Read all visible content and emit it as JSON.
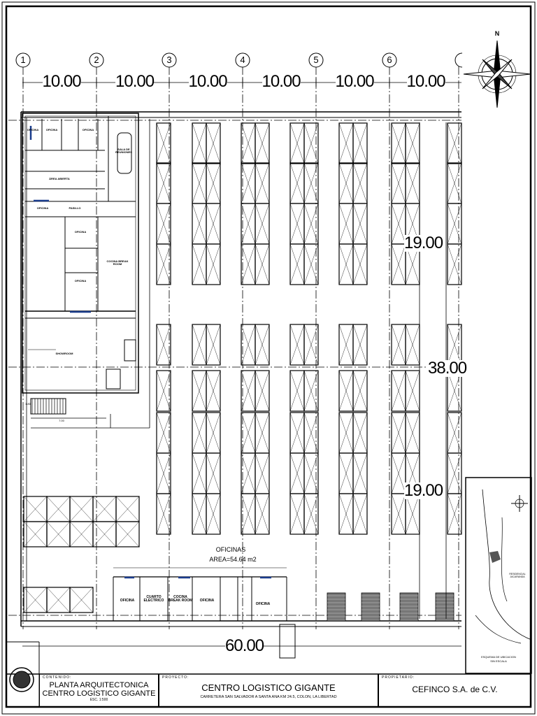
{
  "axes": [
    "1",
    "2",
    "3",
    "4",
    "5",
    "6"
  ],
  "dimensions": {
    "bay_width": "10.00",
    "north_bay": "19.00",
    "south_bay": "19.00",
    "total_depth": "38.00",
    "total_width": "60.00",
    "stair_width": "1.80",
    "stair_length": "7.00"
  },
  "north_arrow": "N",
  "office_block_labels": {
    "office_a": "OFICINA",
    "office_b": "OFICINA",
    "office_c": "OFICINA",
    "meeting_room": "SALA DE REUNIONES",
    "open_area": "ÁREA ABIERTA",
    "office_d": "OFICINA",
    "hallway": "PASILLO",
    "office_e": "OFICINA",
    "office_f": "OFICINA",
    "kitchen": "COCINA BREAK ROOM",
    "showroom": "SHOWROOM"
  },
  "offices_note": {
    "title": "OFICINAS",
    "area": "AREA=54.64 m2"
  },
  "south_rooms": [
    "OFICINA",
    "CUARTO ELECTRICO",
    "COCINA BREAK ROOM",
    "OFICINA",
    "OFICINA"
  ],
  "location_map": {
    "caption_1": "ESQUEMA DE UBICACION",
    "caption_2": "SIN ESCALA",
    "label_residencial": "RESIDENCIAL JACARANDA"
  },
  "title_block": {
    "content_caption": "CONTENIDO:",
    "content_line1": "PLANTA ARQUITECTONICA",
    "content_line2": "CENTRO LOGISTICO GIGANTE",
    "scale": "ESC. 1:500",
    "project_caption": "PROYECTO:",
    "project_name": "CENTRO LOGISTICO GIGANTE",
    "project_address": "CARRETERA SAN SALVADOR A SANTA ANA KM 24.5, COLON, LA LIBERTAD",
    "owner_caption": "PROPIETARIO:",
    "owner_name": "CEFINCO S.A. de C.V."
  }
}
